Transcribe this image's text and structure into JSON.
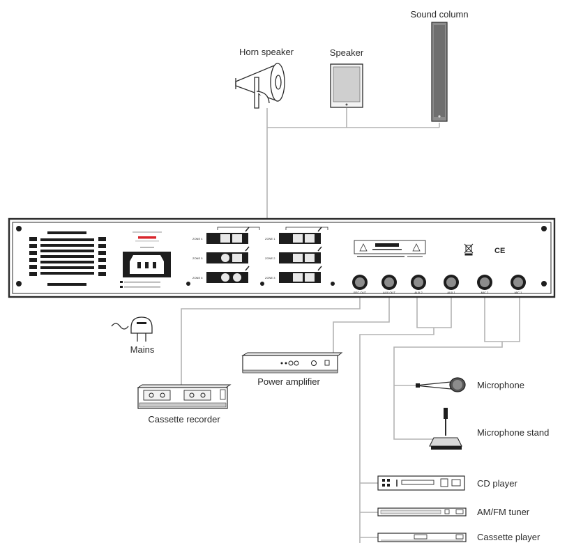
{
  "labels": {
    "sound_column": "Sound column",
    "horn_speaker": "Horn speaker",
    "speaker": "Speaker",
    "mains": "Mains",
    "power_amplifier": "Power amplifier",
    "cassette_recorder": "Cassette recorder",
    "microphone": "Microphone",
    "microphone_stand": "Microphone stand",
    "cd_player": "CD player",
    "am_fm_tuner": "AM/FM tuner",
    "cassette_player": "Cassette player"
  },
  "panel": {
    "ce_mark": "CE",
    "zones": [
      {
        "label": "ZONE 4"
      },
      {
        "label": "ZONE 1"
      },
      {
        "label": "ZONE 5"
      },
      {
        "label": "ZONE 2"
      },
      {
        "label": "ZONE 6"
      },
      {
        "label": "ZONE 3"
      }
    ],
    "jacks": [
      {
        "label": "REC OUT"
      },
      {
        "label": "AUX OUT"
      },
      {
        "label": "AUX 2"
      },
      {
        "label": "AUX 1"
      },
      {
        "label": "MIC 2"
      },
      {
        "label": "MIC 1"
      }
    ]
  },
  "colors": {
    "line": "#b3b3b3",
    "outline": "#2a2a2a",
    "accent_red": "#d9262c"
  }
}
